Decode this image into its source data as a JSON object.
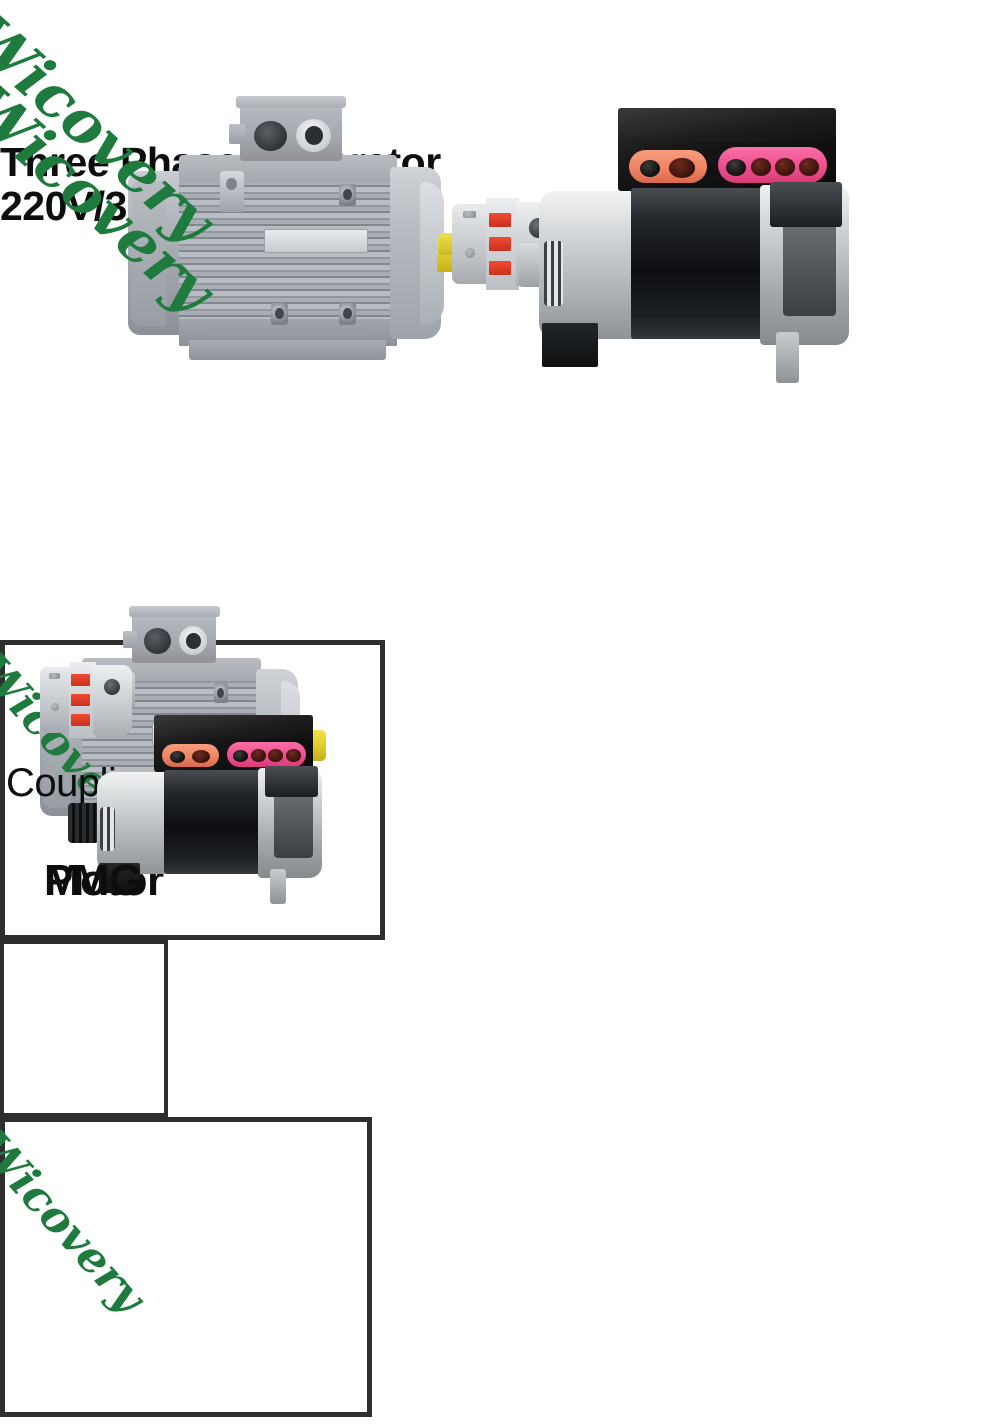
{
  "page": {
    "background_color": "#ffffff",
    "watermark_text": "Wicovery",
    "watermark_color": "#1f7a3d",
    "label_color": "#0d0d0d",
    "panel_border_color": "#2e2e2e"
  },
  "top_section": {
    "assembly_labels": [
      {
        "text": "Three Phase Generator"
      },
      {
        "text": "220V/380V Generator"
      }
    ],
    "components": {
      "motor_name": "three-phase-motor",
      "coupling_name": "jaw-coupling",
      "generator_name": "pmg-generator"
    }
  },
  "bottom_section": {
    "panels": [
      {
        "label": "Motor",
        "component": "electric-motor"
      },
      {
        "label": "Coupling",
        "component": "jaw-coupling"
      },
      {
        "label": "PMG",
        "component": "permanent-magnet-generator"
      }
    ]
  },
  "colors": {
    "motor_body": "#a7acb2",
    "motor_shaft": "#e2cf2f",
    "coupling_hub": "#d5d8db",
    "coupling_spider": "#e04a32",
    "generator_body": "#0d0f12",
    "generator_endbell": "#d7dadc",
    "terminal_box": "#121212",
    "terminal_block_left": "#ee8463",
    "terminal_block_right": "#ef4e8e"
  }
}
